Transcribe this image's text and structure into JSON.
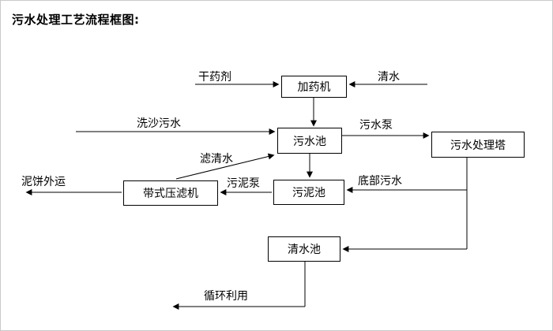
{
  "title": "污水处理工艺流程框图:",
  "nodes": {
    "dosing_machine": "加药机",
    "sewage_pool": "污水池",
    "treatment_tower": "污水处理塔",
    "sludge_pool": "污泥池",
    "belt_filter_press": "带式压滤机",
    "clean_water_pool": "清水池"
  },
  "labels": {
    "dry_chemical": "干药剂",
    "clean_water": "清水",
    "sand_washing_sewage": "洗沙污水",
    "sewage_pump": "污水泵",
    "filtered_water": "滤清水",
    "sludge_pump": "污泥泵",
    "bottom_sewage": "底部污水",
    "mud_cake_out": "泥饼外运",
    "recycle_use": "循环利用"
  }
}
